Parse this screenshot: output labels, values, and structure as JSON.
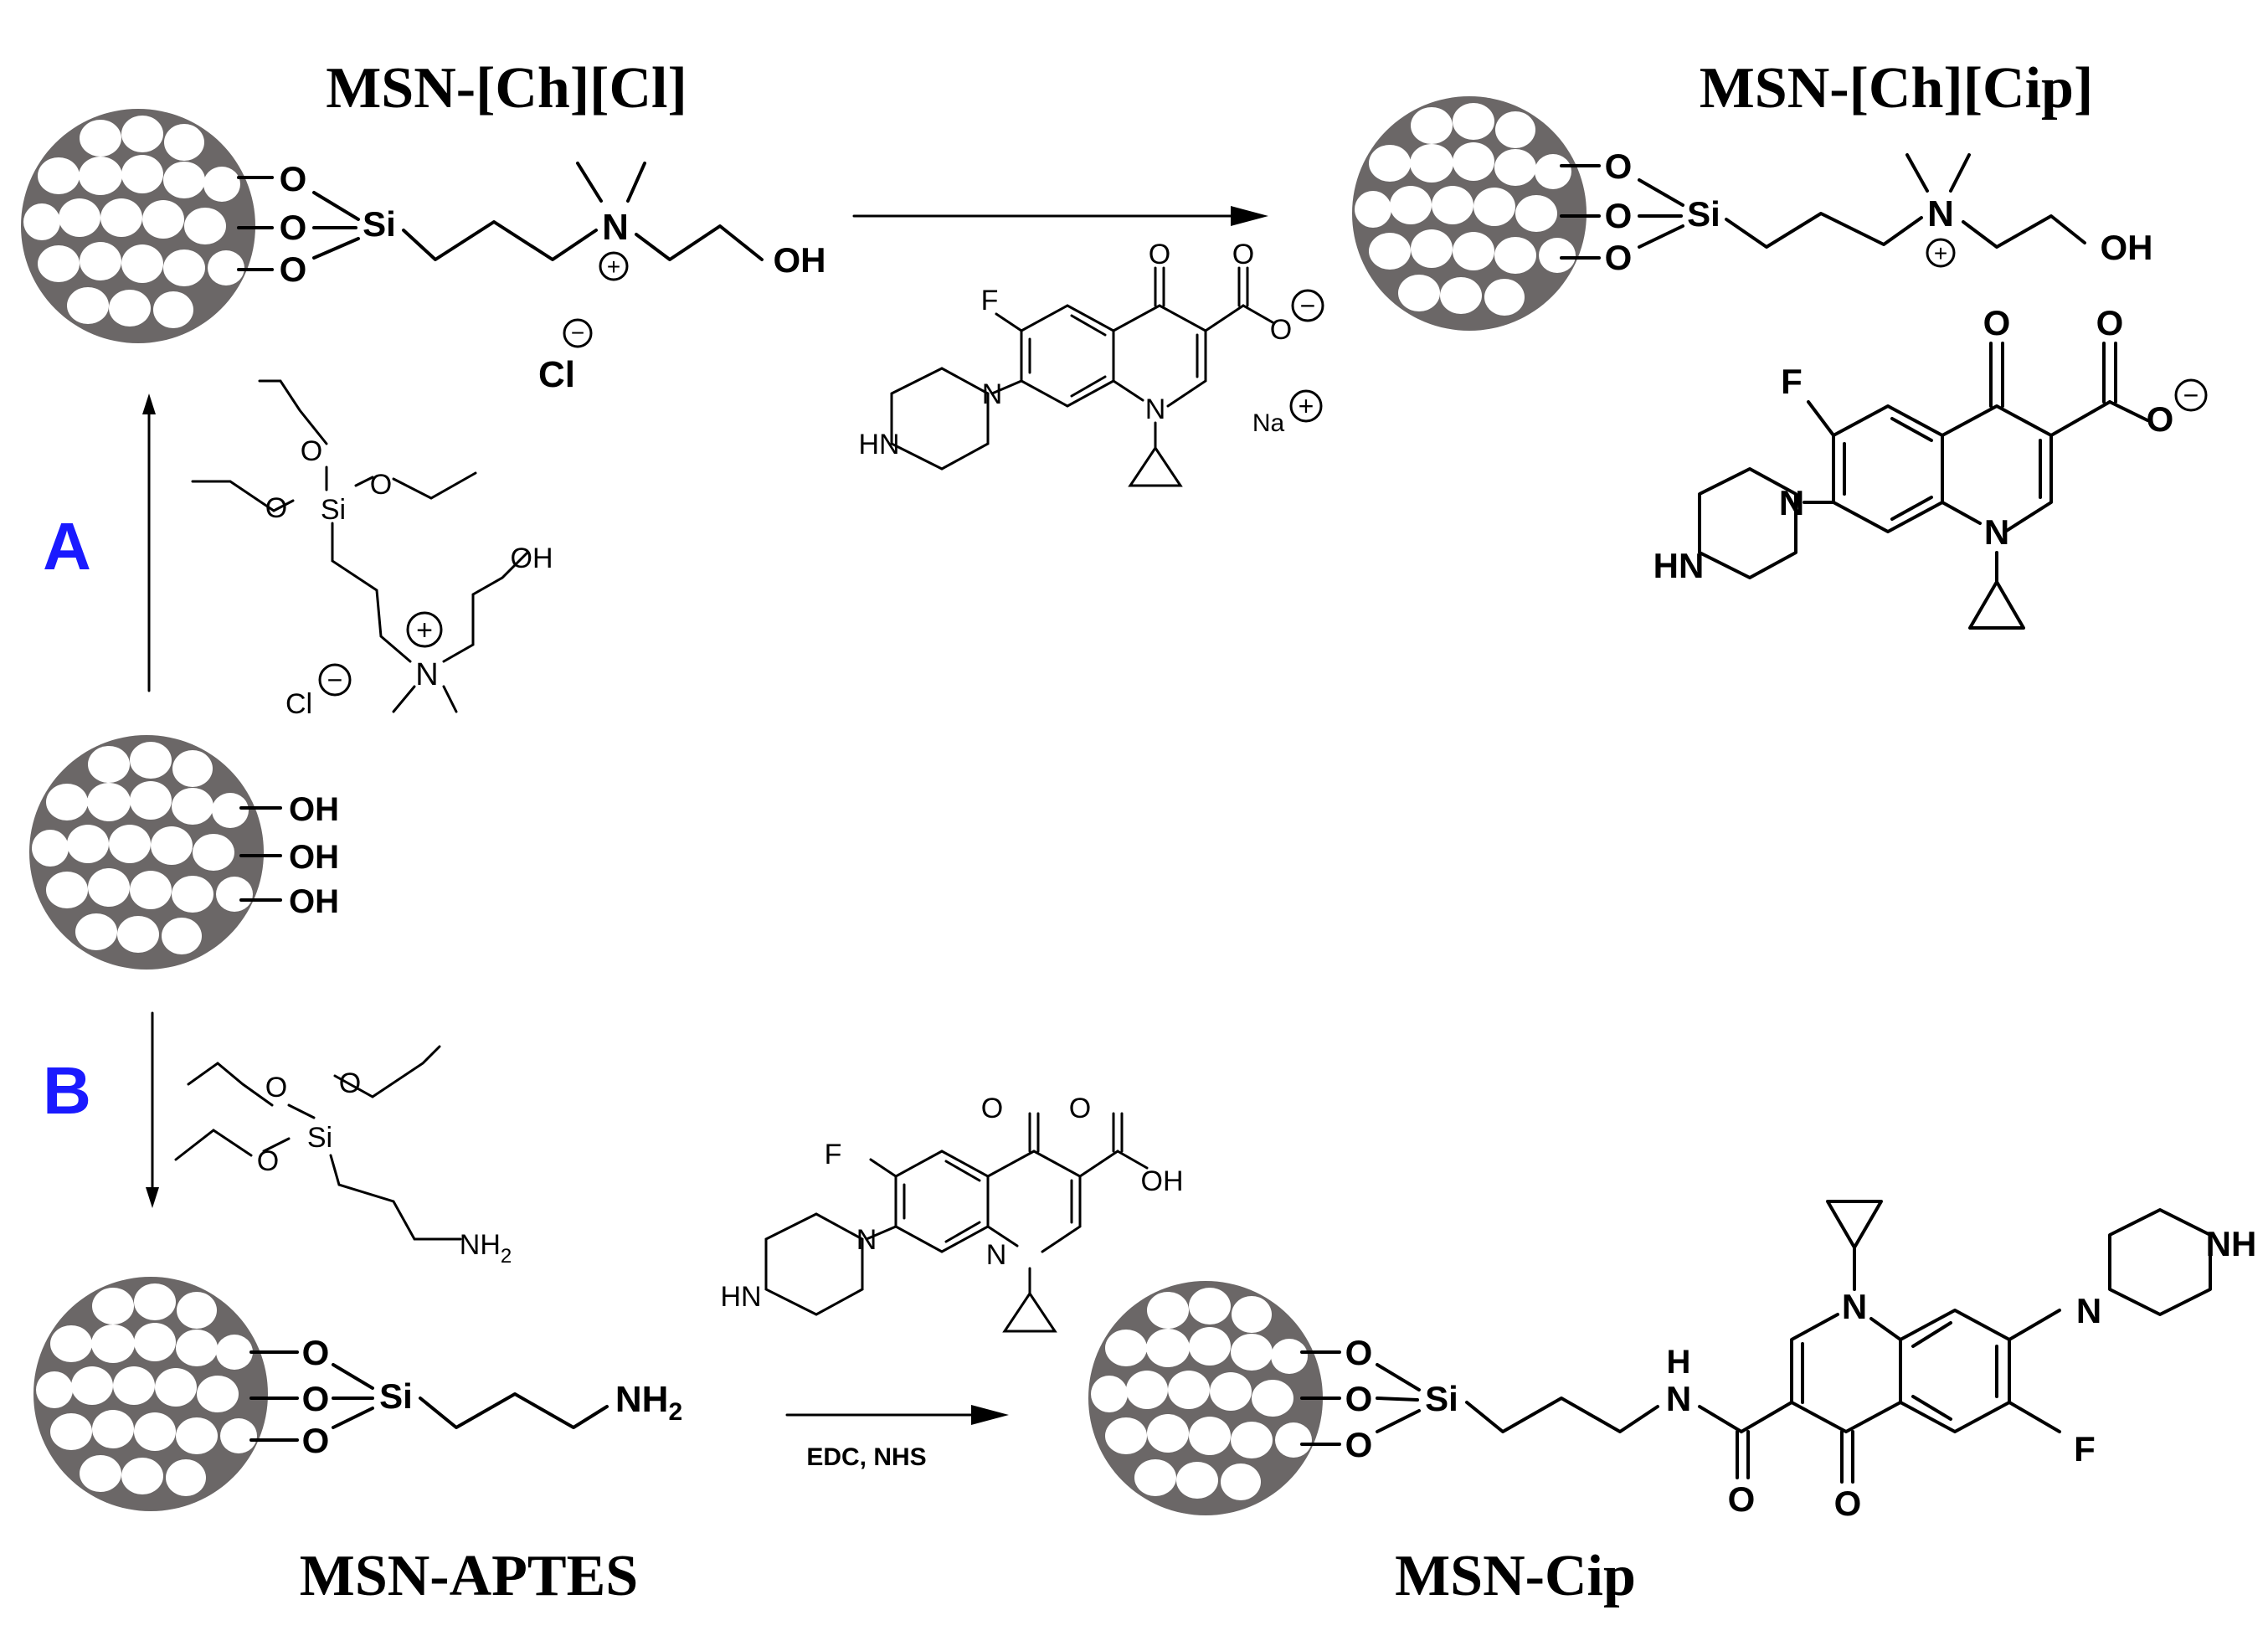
{
  "labels": {
    "msn_ch_cl": "MSN-[Ch][Cl]",
    "msn_ch_cip": "MSN-[Ch][Cip]",
    "msn_aptes": "MSN-APTES",
    "msn_cip": "MSN-Cip",
    "route_a": "A",
    "route_b": "B",
    "conditions_b": "EDC, NHS"
  },
  "atoms": {
    "oh": "OH",
    "o": "O",
    "si": "Si",
    "n": "N",
    "f": "F",
    "hn": "HN",
    "nh": "NH",
    "h": "H",
    "cl": "Cl",
    "na": "Na",
    "nh2": "NH2",
    "nh2_base": "NH",
    "sub2": "2",
    "plus": "+",
    "minus": "−"
  },
  "colors": {
    "route_label": "#1a1aff",
    "particle": "#6b6767",
    "pore": "#ffffff"
  }
}
